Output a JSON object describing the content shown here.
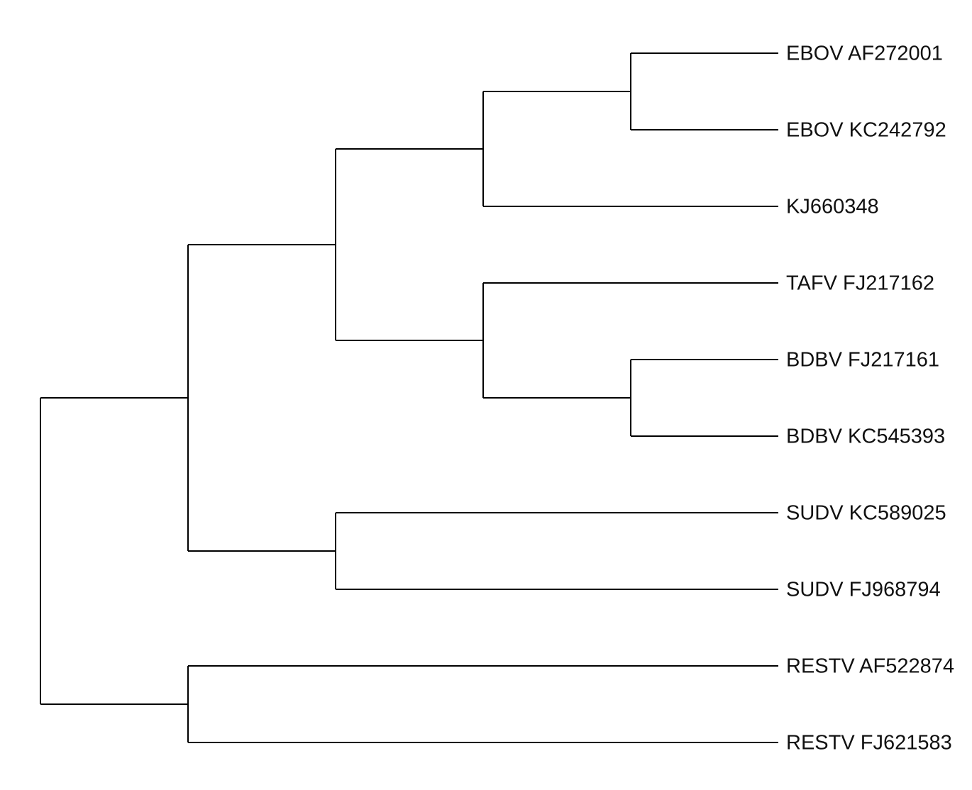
{
  "tree": {
    "leaves": [
      "EBOV AF272001",
      "EBOV KC242792",
      "KJ660348",
      "TAFV FJ217162",
      "BDBV FJ217161",
      "BDBV KC545393",
      "SUDV KC589025",
      "SUDV FJ968794",
      "RESTV AF522874",
      "RESTV FJ621583"
    ],
    "topology": [
      [
        [
          [
            [
              0,
              1
            ],
            2
          ],
          [
            3,
            [
              4,
              5
            ]
          ]
        ],
        [
          6,
          7
        ]
      ],
      [
        8,
        9
      ]
    ]
  }
}
